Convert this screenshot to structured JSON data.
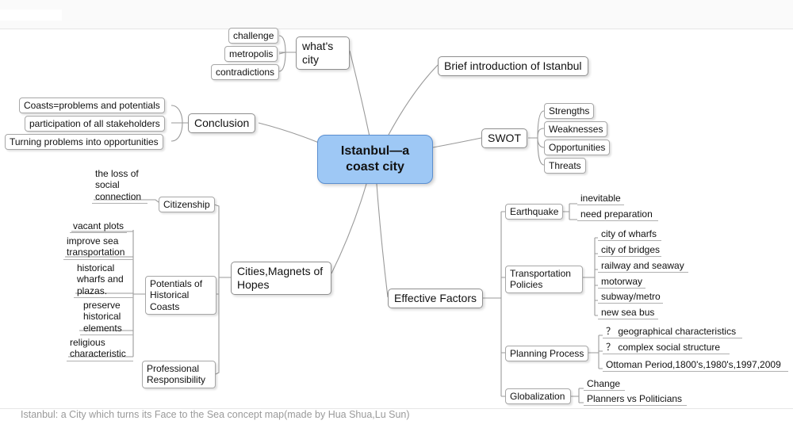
{
  "center": "Istanbul—a coast city",
  "topics": {
    "whats_city": "what's city",
    "brief": "Brief introduction of Istanbul",
    "conclusion": "Conclusion",
    "swot": "SWOT",
    "cities_magnets": "Cities,Magnets of Hopes",
    "effective_factors": "Effective Factors"
  },
  "whats_city_items": [
    "challenge",
    "metropolis",
    "contradictions"
  ],
  "conclusion_items": [
    "Coasts=problems  and potentials",
    "participation of  all stakeholders",
    "Turning  problems  into opportunities"
  ],
  "swot_items": [
    "Strengths",
    "Weaknesses",
    "Opportunities",
    "Threats"
  ],
  "cities_items": {
    "citizenship": "Citizenship",
    "citizenship_leaf": "the  loss of  social connection",
    "potentials": "Potentials of Historical Coasts",
    "potentials_leaves": [
      "vacant  plots",
      "improve  sea transportation",
      "historical wharfs and plazas.",
      "preserve historical elements",
      "religious characteristic"
    ],
    "professional": "Professional Responsibility"
  },
  "factors": {
    "earthquake": "Earthquake",
    "earthquake_leaves": [
      "inevitable",
      "need preparation"
    ],
    "transportation": "Transportation Policies",
    "transportation_leaves": [
      "city of wharfs",
      "city of bridges",
      "railway and seaway",
      "motorway",
      "subway/metro",
      "new sea bus"
    ],
    "planning": "Planning Process",
    "planning_leaves": [
      "？ geographical characteristics",
      "？ complex social structure",
      "Ottoman Period,1800's,1980's,1997,2009"
    ],
    "globalization": "Globalization",
    "globalization_leaves": [
      "Change",
      "Planners vs Politicians"
    ]
  },
  "caption": "Istanbul: a City which turns its Face to the Sea concept map(made by Hua Shua,Lu Sun)"
}
